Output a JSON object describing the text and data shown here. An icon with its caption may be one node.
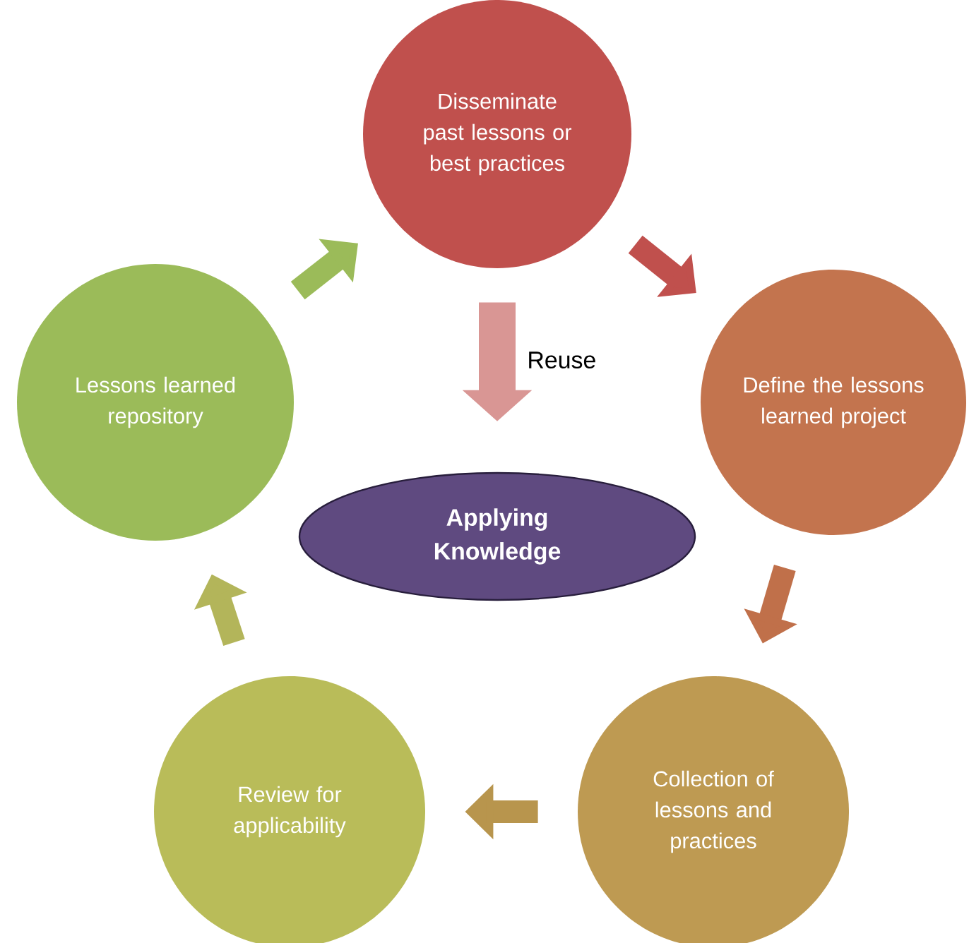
{
  "diagram": {
    "nodes": [
      {
        "text": [
          "Disseminate past lessons or best practices"
        ]
      },
      {
        "text": [
          "Define the lessons learned project"
        ]
      },
      {
        "text": [
          "Collection of lessons and practices"
        ]
      },
      {
        "text": [
          "Review for applicability"
        ]
      },
      {
        "text": [
          "Lessons learned repository"
        ]
      },
      {
        "text": [
          "Applying Knowledge"
        ]
      }
    ],
    "edges": [
      {
        "from": 4,
        "to": 0,
        "arrow": "to",
        "color": "#9bbb59"
      },
      {
        "from": 0,
        "to": 1,
        "arrow": "to",
        "color": "#c0504d"
      },
      {
        "from": 1,
        "to": 2,
        "arrow": "to",
        "color": "#c0704a"
      },
      {
        "from": 2,
        "to": 3,
        "arrow": "to",
        "color": "#b8954d"
      },
      {
        "from": 3,
        "to": 4,
        "arrow": "to",
        "color": "#b3b55a"
      },
      {
        "from": 0,
        "to": 5,
        "arrow": "to",
        "label": "Reuse",
        "color": "#d99694"
      }
    ]
  }
}
